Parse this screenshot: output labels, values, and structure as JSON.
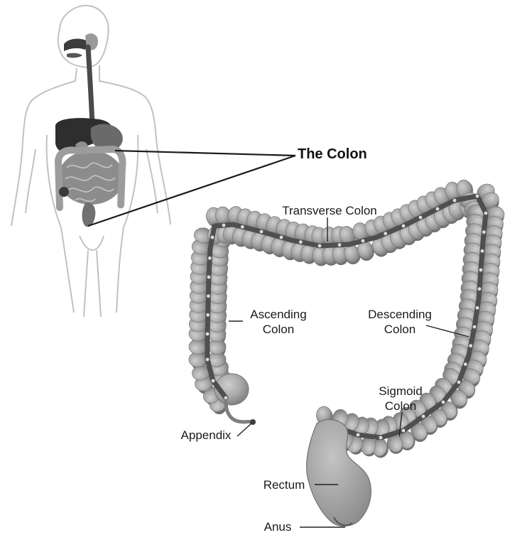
{
  "diagram": {
    "title": "The Colon",
    "labels": {
      "transverse": "Transverse Colon",
      "ascending_1": "Ascending",
      "ascending_2": "Colon",
      "descending_1": "Descending",
      "descending_2": "Colon",
      "sigmoid_1": "Sigmoid",
      "sigmoid_2": "Colon",
      "appendix": "Appendix",
      "rectum": "Rectum",
      "anus": "Anus"
    }
  },
  "colors": {
    "background": "#ffffff",
    "segment_fill": "#a9a9a9",
    "segment_shadow": "#7c7c7c",
    "band": "#525252",
    "body_outline": "#bdbdbd",
    "organ_dark": "#3a3a3a",
    "leader": "#1a1a1a"
  }
}
